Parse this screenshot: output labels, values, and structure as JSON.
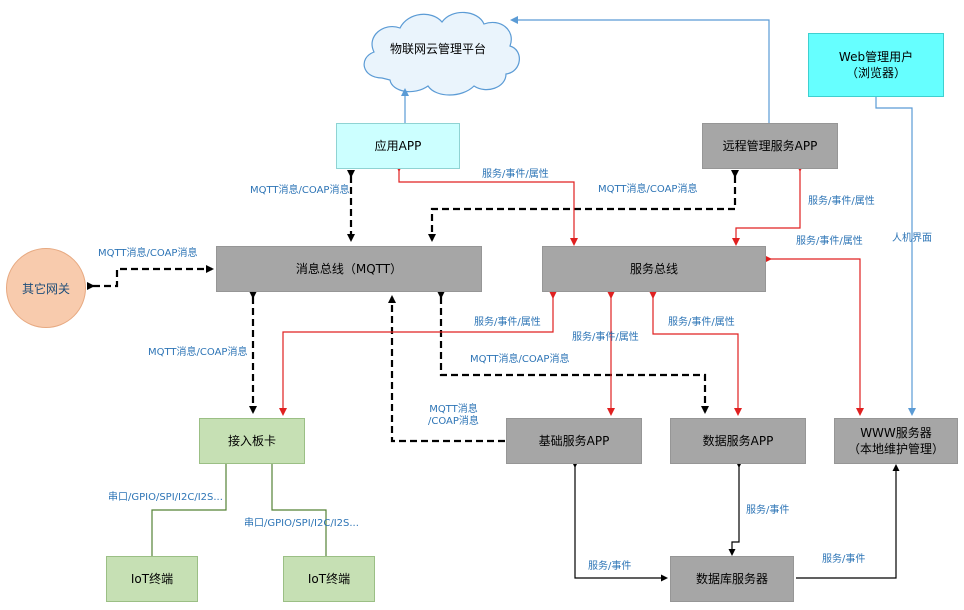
{
  "nodes": {
    "cloud_platform": "物联网云管理平台",
    "web_user": "Web管理用户\n（浏览器）",
    "app": "应用APP",
    "remote_app": "远程管理服务APP",
    "other_gateway": "其它网关",
    "message_bus": "消息总线（MQTT）",
    "service_bus": "服务总线",
    "access_card": "接入板卡",
    "basic_app": "基础服务APP",
    "data_app": "数据服务APP",
    "www_server": "WWW服务器\n（本地维护管理）",
    "iot1": "IoT终端",
    "iot2": "IoT终端",
    "db_server": "数据库服务器"
  },
  "labels": {
    "mqtt_app": "MQTT消息/COAP消息",
    "svc_app": "服务/事件/属性",
    "mqtt_remote": "MQTT消息/COAP消息",
    "svc_remote": "服务/事件/属性",
    "svc_www": "服务/事件/属性",
    "human_ui": "人机界面",
    "mqtt_gateway": "MQTT消息/COAP消息",
    "svc_card": "服务/事件/属性",
    "svc_basic": "服务/事件/属性",
    "svc_data": "服务/事件/属性",
    "mqtt_card": "MQTT消息/COAP消息",
    "mqtt_data": "MQTT消息/COAP消息",
    "mqtt_basic": "MQTT消息\n/COAP消息",
    "serial1": "串口/GPIO/SPI/I2C/I2S...",
    "serial2": "串口/GPIO/SPI/I2C/I2S...",
    "db_data": "服务/事件",
    "db_basic": "服务/事件",
    "db_www": "服务/事件"
  },
  "colors": {
    "mqtt_arrow": "#000000",
    "service_arrow": "#e02020",
    "cloud_arrow": "#5b9bd5",
    "label_text": "#2e75b6"
  }
}
